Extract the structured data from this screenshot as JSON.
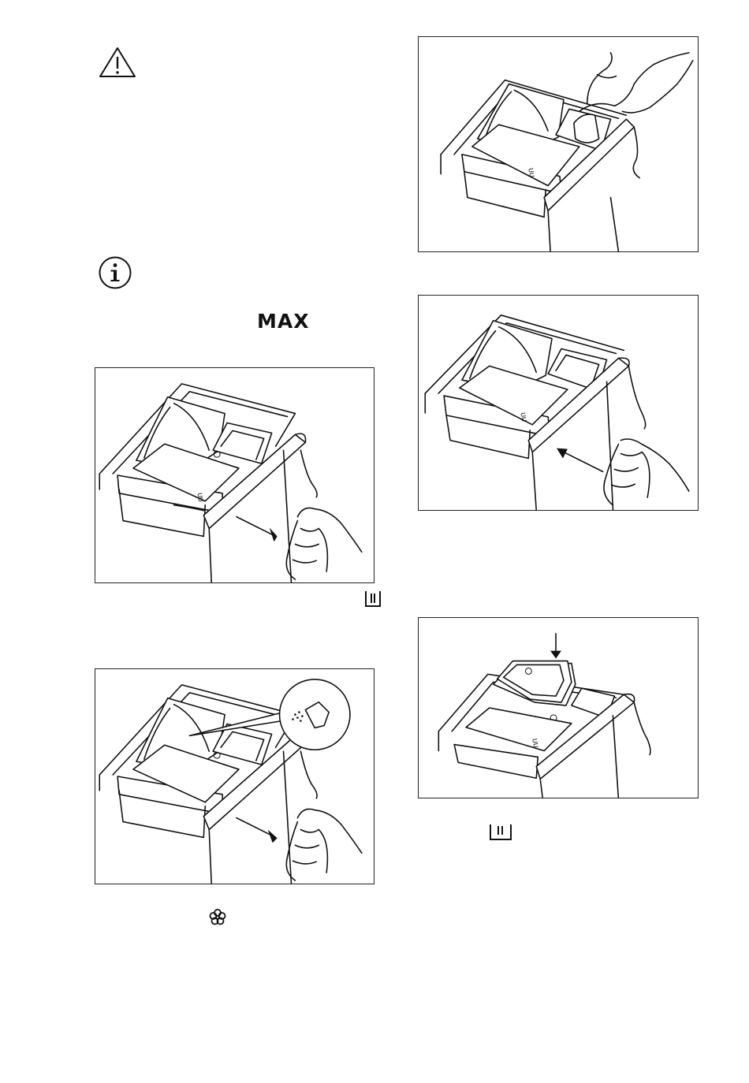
{
  "page": {
    "max_text": "MAX"
  },
  "icons": {
    "warning": "warning-triangle-icon",
    "info": "info-circle-icon",
    "main_wash": "main-wash-compartment-icon",
    "softener": "fabric-softener-flower-icon"
  },
  "figures": [
    {
      "id": "fig1",
      "depicts": "drawer-pulled-out"
    },
    {
      "id": "fig2",
      "depicts": "drawer-pulled-out-with-powder-callout"
    },
    {
      "id": "fig3",
      "depicts": "pouring-softener"
    },
    {
      "id": "fig4",
      "depicts": "pushing-drawer-in"
    },
    {
      "id": "fig5",
      "depicts": "liquid-detergent-insert"
    }
  ]
}
